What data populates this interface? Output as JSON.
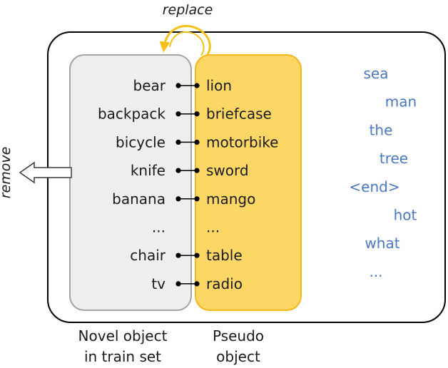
{
  "labels": {
    "replace": "replace",
    "remove": "remove",
    "novel_caption_line1": "Novel object",
    "novel_caption_line2": "in train set",
    "pseudo_caption_line1": "Pseudo",
    "pseudo_caption_line2": "object"
  },
  "pairs": [
    {
      "novel": "bear",
      "pseudo": "lion",
      "connected": true
    },
    {
      "novel": "backpack",
      "pseudo": "briefcase",
      "connected": true
    },
    {
      "novel": "bicycle",
      "pseudo": "motorbike",
      "connected": true
    },
    {
      "novel": "knife",
      "pseudo": "sword",
      "connected": true
    },
    {
      "novel": "banana",
      "pseudo": "mango",
      "connected": true
    },
    {
      "novel": "...",
      "pseudo": "...",
      "connected": false
    },
    {
      "novel": "chair",
      "pseudo": "table",
      "connected": true
    },
    {
      "novel": "tv",
      "pseudo": "radio",
      "connected": true
    }
  ],
  "vocab_words": [
    "sea",
    "man",
    "the",
    "tree",
    "<end>",
    "hot",
    "what",
    "..."
  ],
  "colors": {
    "pseudo_fill": "#fdd766",
    "pseudo_stroke": "#f2b81e",
    "novel_fill": "#eeeeee",
    "novel_stroke": "#a3a3a3",
    "word_color": "#4a78c2",
    "replace_arrow": "#f5c118"
  }
}
